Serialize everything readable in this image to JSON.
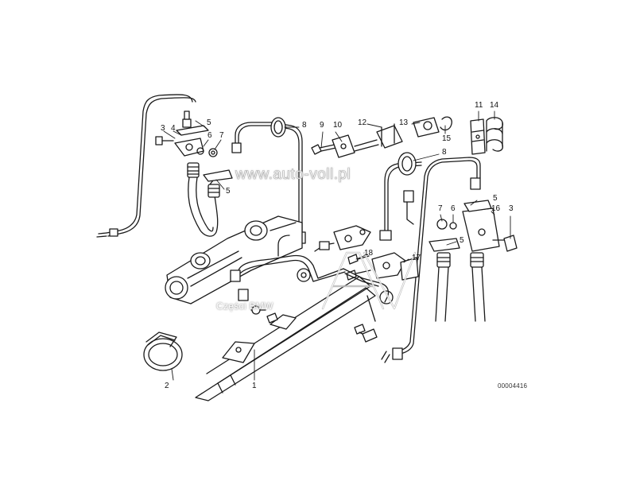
{
  "diagram": {
    "reference_code": "00004416",
    "watermark_url": "www.auto-voll.pl",
    "watermark_brand": "Części BMW",
    "watermark_logo_text": "AV",
    "line_color": "#1a1a1a",
    "labels": {
      "p1": "1",
      "p2": "2",
      "p3_left": "3",
      "p3_right": "3",
      "p4": "4",
      "p5_top_left": "5",
      "p5_left": "5",
      "p5_right_top": "5",
      "p5_right": "5",
      "p6_left": "6",
      "p6_right": "6",
      "p7_left": "7",
      "p7_right": "7",
      "p8_top": "8",
      "p8_right": "8",
      "p9": "9",
      "p10": "10",
      "p11": "11",
      "p12": "12",
      "p13": "13",
      "p14": "14",
      "p15": "15",
      "p16": "16",
      "p17": "17",
      "p18": "18"
    }
  }
}
